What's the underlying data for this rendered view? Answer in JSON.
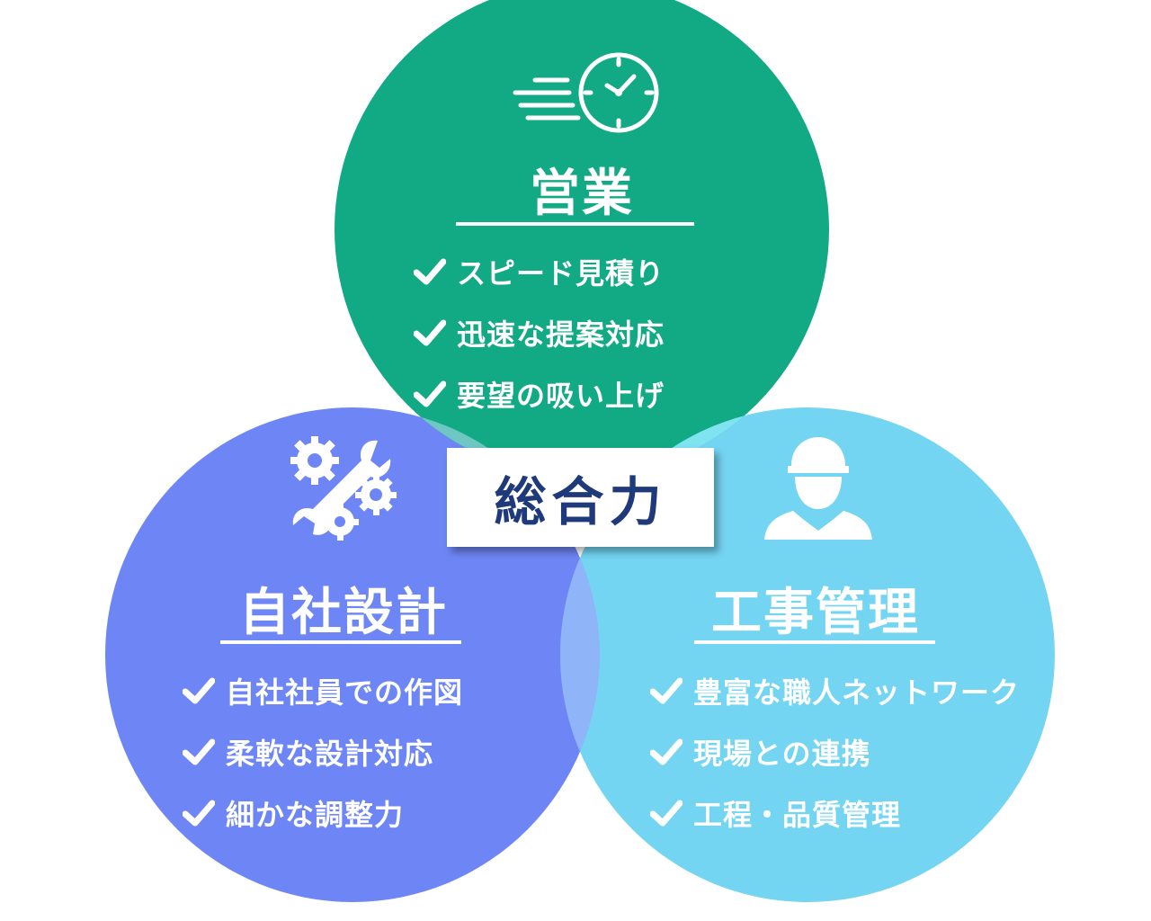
{
  "colors": {
    "sales": "#12a985",
    "design": "#6e86f5",
    "construction": "#74d5f3",
    "overlap_top_left": "#6ec7c2",
    "overlap_top_right": "#7fe3f0",
    "overlap_bottom": "#8fb4f8",
    "center_text": "#1f3a7a",
    "check": "#ffffff"
  },
  "center": {
    "label": "総合力"
  },
  "sales": {
    "icon": "clock-speed-icon",
    "title": "営業",
    "items": [
      "スピード見積り",
      "迅速な提案対応",
      "要望の吸い上げ"
    ]
  },
  "design": {
    "icon": "gear-wrench-icon",
    "title": "自社設計",
    "items": [
      "自社社員での作図",
      "柔軟な設計対応",
      "細かな調整力"
    ]
  },
  "construction": {
    "icon": "worker-helmet-icon",
    "title": "工事管理",
    "items": [
      "豊富な職人ネットワーク",
      "現場との連携",
      "工程・品質管理"
    ]
  }
}
